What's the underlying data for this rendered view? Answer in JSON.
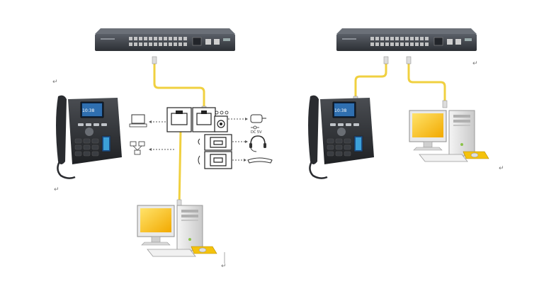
{
  "diagram": {
    "left": {
      "switch": {
        "name": "network-switch"
      },
      "phone": {
        "name": "ip-phone",
        "screen_time": "10:38"
      },
      "phone_back_panel": {
        "ports": [
          "lan-port",
          "pc-port",
          "power-jack",
          "headset-jack",
          "handset-jack"
        ],
        "power_label": "DC 5V"
      },
      "pc": {
        "name": "desktop-computer"
      }
    },
    "right": {
      "switch": {
        "name": "network-switch"
      },
      "phone": {
        "name": "ip-phone",
        "screen_time": "10:38"
      },
      "pc": {
        "name": "desktop-computer"
      }
    },
    "colors": {
      "cable": "#f0d040",
      "switch": "#3e4249",
      "screen": "#f7c21a"
    },
    "stray_marks": [
      "↵",
      "↵",
      "↵",
      "↵",
      "↵"
    ]
  }
}
